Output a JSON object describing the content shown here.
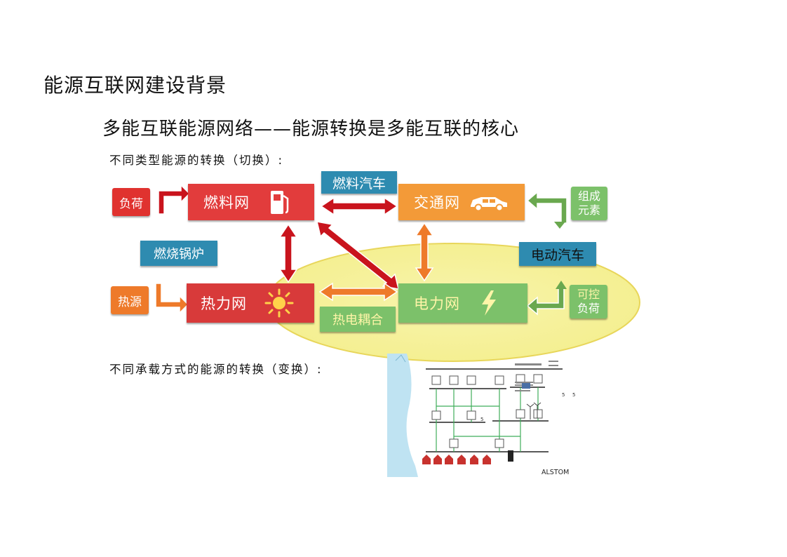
{
  "page": {
    "title": "能源互联网建设背景",
    "subtitle": "多能互联能源网络——能源转换是多能互联的核心",
    "section1_label": "不同类型能源的转换（切换）:",
    "section2_label": "不同承载方式的能源的转换（变换）:"
  },
  "diagram": {
    "nodes": {
      "fuel": {
        "label": "燃料网",
        "icon": "fuel-pump-icon",
        "color": "#e23c3c"
      },
      "transport": {
        "label": "交通网",
        "icon": "car-icon",
        "color": "#f39a38"
      },
      "heat": {
        "label": "热力网",
        "icon": "sun-icon",
        "color": "#d83a3a"
      },
      "power": {
        "label": "电力网",
        "icon": "lightning-icon",
        "color": "#7cc16a"
      }
    },
    "tags": {
      "load": "负荷",
      "heat_source": "热源",
      "fuel_vehicle": "燃料汽车",
      "boiler": "燃烧锅炉",
      "ev": "电动汽车",
      "chp": "热电耦合",
      "component_1": "组成",
      "component_2": "元素",
      "controllable_1": "可控",
      "controllable_2": "负荷"
    },
    "colors": {
      "red_arrow": "#c9141d",
      "orange_arrow": "#ee7a2a",
      "green_arrow": "#6aa84f",
      "teal_tag": "#2e8bb0",
      "highlight": "#f3ef8c"
    }
  },
  "grid_image": {
    "caption": "ALSTOM",
    "marks": [
      "5",
      "5",
      "5"
    ]
  }
}
